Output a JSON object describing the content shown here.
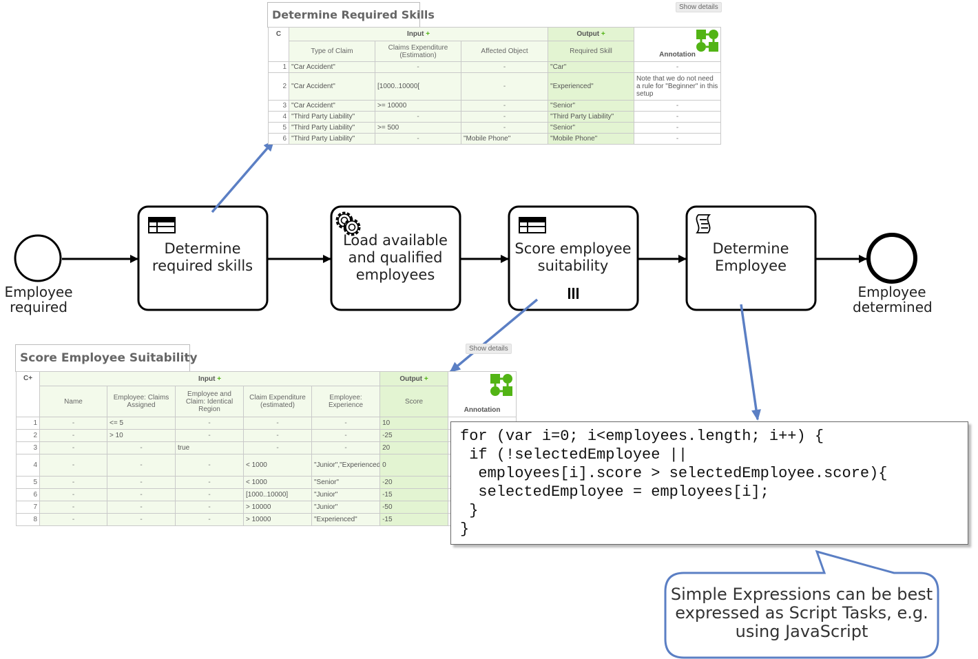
{
  "table1": {
    "title": "Determine Required Skills",
    "show_details": "Show details",
    "hit_policy": "C",
    "input_header": "Input",
    "output_header": "Output",
    "plus": "+",
    "annotation_header": "Annotation",
    "columns": [
      "Type of Claim",
      "Claims Expenditure (Estimation)",
      "Affected Object",
      "Required Skill"
    ],
    "rows": [
      [
        "1",
        "\"Car Accident\"",
        "-",
        "-",
        "\"Car\"",
        "-"
      ],
      [
        "2",
        "\"Car Accident\"",
        "[1000..10000[",
        "-",
        "\"Experienced\"",
        "Note that we do not need a rule for \"Beginner\" in this setup"
      ],
      [
        "3",
        "\"Car Accident\"",
        ">= 10000",
        "-",
        "\"Senior\"",
        "-"
      ],
      [
        "4",
        "\"Third Party Liability\"",
        "-",
        "-",
        "\"Third Party Liability\"",
        "-"
      ],
      [
        "5",
        "\"Third Party Liability\"",
        ">= 500",
        "-",
        "\"Senior\"",
        "-"
      ],
      [
        "6",
        "\"Third Party Liability\"",
        "-",
        "\"Mobile Phone\"",
        "\"Mobile Phone\"",
        "-"
      ]
    ]
  },
  "table2": {
    "title": "Score Employee Suitability",
    "show_details": "Show details",
    "hit_policy": "C+",
    "input_header": "Input",
    "output_header": "Output",
    "plus": "+",
    "annotation_header": "Annotation",
    "columns": [
      "Name",
      "Employee: Claims Assigned",
      "Employee and Claim: Identical Region",
      "Claim Expenditure (estimated)",
      "Employee: Experience",
      "Score"
    ],
    "rows": [
      [
        "1",
        "-",
        "<= 5",
        "-",
        "-",
        "-",
        "10"
      ],
      [
        "2",
        "-",
        "> 10",
        "-",
        "-",
        "-",
        "-25"
      ],
      [
        "3",
        "-",
        "-",
        "true",
        "-",
        "-",
        "20"
      ],
      [
        "4",
        "-",
        "-",
        "-",
        "< 1000",
        "\"Junior\",\"Experienced\"",
        "0"
      ],
      [
        "5",
        "-",
        "-",
        "-",
        "< 1000",
        "\"Senior\"",
        "-20"
      ],
      [
        "6",
        "-",
        "-",
        "-",
        "[1000..10000]",
        "\"Junior\"",
        "-15"
      ],
      [
        "7",
        "-",
        "-",
        "-",
        "> 10000",
        "\"Junior\"",
        "-50"
      ],
      [
        "8",
        "-",
        "-",
        "-",
        "> 10000",
        "\"Experienced\"",
        "-15"
      ]
    ]
  },
  "process": {
    "start_event": "Employee required",
    "end_event": "Employee determined",
    "tasks": [
      {
        "label": "Determine required skills",
        "icon": "table-icon"
      },
      {
        "label": "Load available and qualified employees",
        "icon": "gear-icon"
      },
      {
        "label": "Score employee suitability",
        "icon": "table-icon",
        "marker": "parallel-multi-instance-icon"
      },
      {
        "label": "Determine Employee",
        "icon": "script-icon"
      }
    ]
  },
  "code": {
    "lines": [
      "for (var i=0; i<employees.length; i++) {",
      " if (!selectedEmployee ||",
      "  employees[i].score > selectedEmployee.score){",
      "  selectedEmployee = employees[i];",
      " }",
      "}"
    ]
  },
  "callout": {
    "text": "Simple Expressions can be best expressed as Script Tasks, e.g. using JavaScript"
  },
  "colors": {
    "input_bg": "#f3faeb",
    "output_bg": "#e3f4d2",
    "plus": "#52b415",
    "logo": "#52b415",
    "arrow": "#5b7fc4",
    "callout_border": "#5b7fc4"
  }
}
